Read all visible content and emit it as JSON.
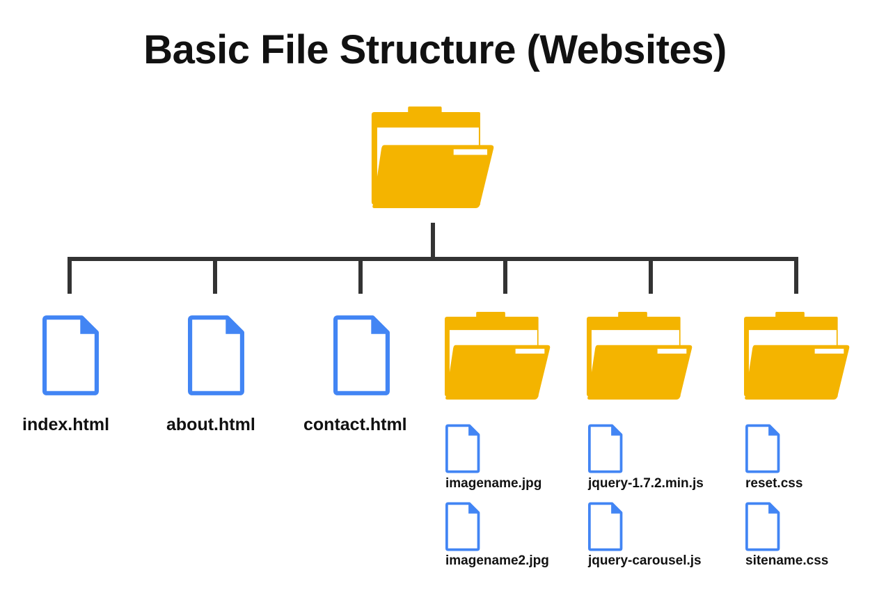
{
  "title": "Basic File Structure (Websites)",
  "colors": {
    "folder": "#F4B400",
    "folder_paper": "#FFFFFF",
    "file_stroke": "#4285F4",
    "connector": "#333333"
  },
  "root": {
    "icon": "folder-icon"
  },
  "children": [
    {
      "type": "file",
      "icon": "file-icon",
      "name": "index.html"
    },
    {
      "type": "file",
      "icon": "file-icon",
      "name": "about.html"
    },
    {
      "type": "file",
      "icon": "file-icon",
      "name": "contact.html"
    },
    {
      "type": "folder",
      "icon": "folder-icon",
      "contents": [
        {
          "icon": "file-icon",
          "name": "imagename.jpg"
        },
        {
          "icon": "file-icon",
          "name": "imagename2.jpg"
        }
      ]
    },
    {
      "type": "folder",
      "icon": "folder-icon",
      "contents": [
        {
          "icon": "file-icon",
          "name": "jquery-1.7.2.min.js"
        },
        {
          "icon": "file-icon",
          "name": "jquery-carousel.js"
        }
      ]
    },
    {
      "type": "folder",
      "icon": "folder-icon",
      "contents": [
        {
          "icon": "file-icon",
          "name": "reset.css"
        },
        {
          "icon": "file-icon",
          "name": "sitename.css"
        }
      ]
    }
  ]
}
